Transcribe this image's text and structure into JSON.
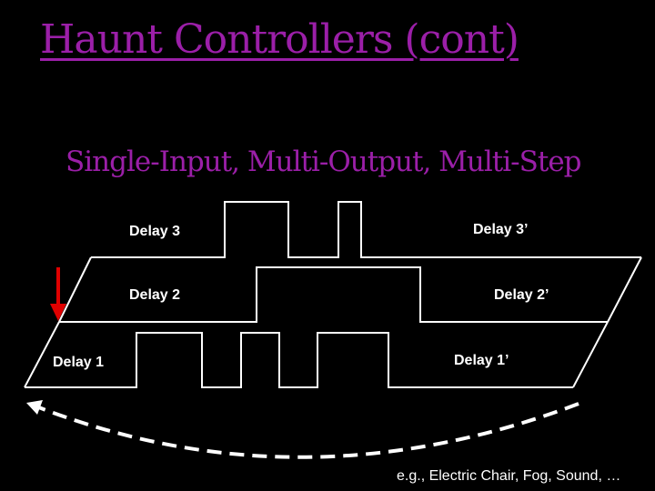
{
  "slide": {
    "title": "Haunt Controllers (cont)",
    "subtitle": "Single-Input, Multi-Output, Multi-Step",
    "footnote": "e.g., Electric Chair, Fog, Sound, …"
  },
  "labels": {
    "delay3": "Delay 3",
    "delay3_prime": "Delay 3’",
    "delay2": "Delay 2",
    "delay2_prime": "Delay 2’",
    "delay1": "Delay 1",
    "delay1_prime": "Delay 1’"
  },
  "colors": {
    "background": "#000000",
    "title": "#9b1fa8",
    "trigger_arrow": "#e00000",
    "lines": "#ffffff"
  }
}
